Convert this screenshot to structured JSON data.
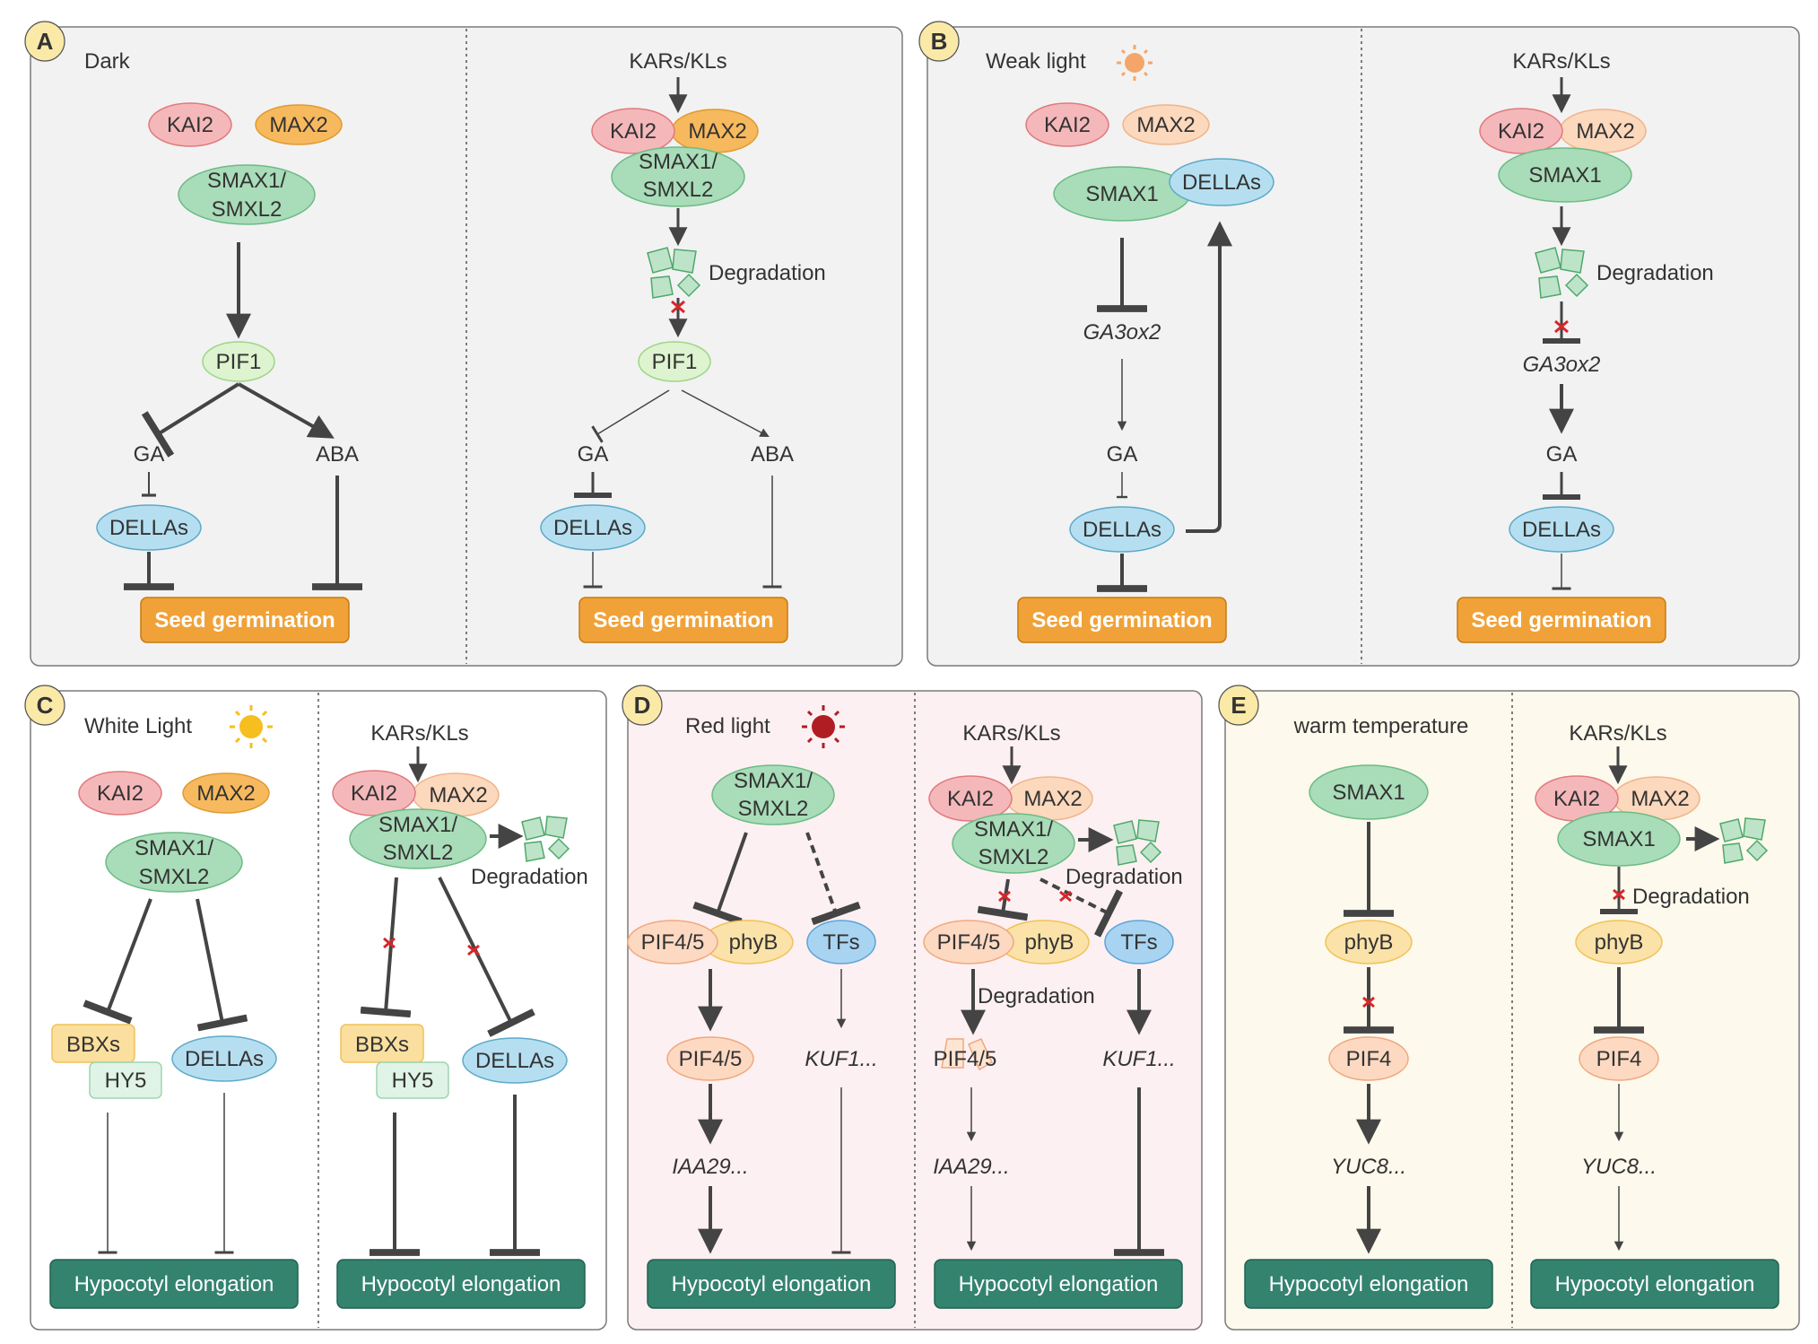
{
  "panels": {
    "A": {
      "letter": "A",
      "left_title": "Dark",
      "right_title": "KARs/KLs",
      "left": {
        "kai2": "KAI2",
        "max2": "MAX2",
        "smax": "SMAX1/\nSMXL2",
        "pif": "PIF1",
        "ga": "GA",
        "aba": "ABA",
        "dellas": "DELLAs",
        "outcome": "Seed germination"
      },
      "right": {
        "kai2": "KAI2",
        "max2": "MAX2",
        "smax": "SMAX1/\nSMXL2",
        "degradation": "Degradation",
        "pif": "PIF1",
        "ga": "GA",
        "aba": "ABA",
        "dellas": "DELLAs",
        "outcome": "Seed germination"
      }
    },
    "B": {
      "letter": "B",
      "left_title": "Weak light",
      "right_title": "KARs/KLs",
      "left": {
        "kai2": "KAI2",
        "max2": "MAX2",
        "smax": "SMAX1",
        "dellas_top": "DELLAs",
        "ga3ox2": "GA3ox2",
        "ga": "GA",
        "dellas": "DELLAs",
        "outcome": "Seed germination"
      },
      "right": {
        "kai2": "KAI2",
        "max2": "MAX2",
        "smax": "SMAX1",
        "degradation": "Degradation",
        "ga3ox2": "GA3ox2",
        "ga": "GA",
        "dellas": "DELLAs",
        "outcome": "Seed germination"
      }
    },
    "C": {
      "letter": "C",
      "left_title": "White Light",
      "right_title": "KARs/KLs",
      "left": {
        "kai2": "KAI2",
        "max2": "MAX2",
        "smax": "SMAX1/\nSMXL2",
        "bbxs": "BBXs",
        "hy5": "HY5",
        "dellas": "DELLAs",
        "outcome": "Hypocotyl elongation"
      },
      "right": {
        "kai2": "KAI2",
        "max2": "MAX2",
        "smax": "SMAX1/\nSMXL2",
        "degradation": "Degradation",
        "bbxs": "BBXs",
        "hy5": "HY5",
        "dellas": "DELLAs",
        "outcome": "Hypocotyl elongation"
      }
    },
    "D": {
      "letter": "D",
      "left_title": "Red light",
      "right_title": "KARs/KLs",
      "left": {
        "smax": "SMAX1/\nSMXL2",
        "pif45": "PIF4/5",
        "phyb": "phyB",
        "tfs": "TFs",
        "pif45_b": "PIF4/5",
        "kuf1": "KUF1...",
        "iaa29": "IAA29...",
        "outcome": "Hypocotyl elongation"
      },
      "right": {
        "kai2": "KAI2",
        "max2": "MAX2",
        "smax": "SMAX1/\nSMXL2",
        "degradation": "Degradation",
        "pif45": "PIF4/5",
        "phyb": "phyB",
        "tfs": "TFs",
        "degradation2": "Degradation",
        "pif45_b": "PIF4/5",
        "kuf1": "KUF1...",
        "iaa29": "IAA29...",
        "outcome": "Hypocotyl elongation"
      }
    },
    "E": {
      "letter": "E",
      "left_title": "warm temperature",
      "right_title": "KARs/KLs",
      "left": {
        "smax": "SMAX1",
        "phyb": "phyB",
        "pif4": "PIF4",
        "yuc8": "YUC8...",
        "outcome": "Hypocotyl elongation"
      },
      "right": {
        "kai2": "KAI2",
        "max2": "MAX2",
        "smax": "SMAX1",
        "degradation": "Degradation",
        "phyb": "phyB",
        "pif4": "PIF4",
        "yuc8": "YUC8...",
        "outcome": "Hypocotyl elongation"
      }
    }
  },
  "colors": {
    "kai2": "#f5b8ba",
    "max2": "#f7b95e",
    "smax": "#a9dcb8",
    "pif1": "#def3cf",
    "dellas": "#b5dff0",
    "germination": "#f0a239",
    "hypocotyl": "#33836f",
    "arrow": "#444444",
    "cross": "#d8262a",
    "panel_gray": "#f2f2f2",
    "panel_pink": "#fdf0f2",
    "panel_cream": "#fdf9ec",
    "badge": "#fbe9a8",
    "sun_orange": "#f4a66a",
    "sun_yellow": "#f6be1f",
    "sun_red": "#b01e24"
  }
}
